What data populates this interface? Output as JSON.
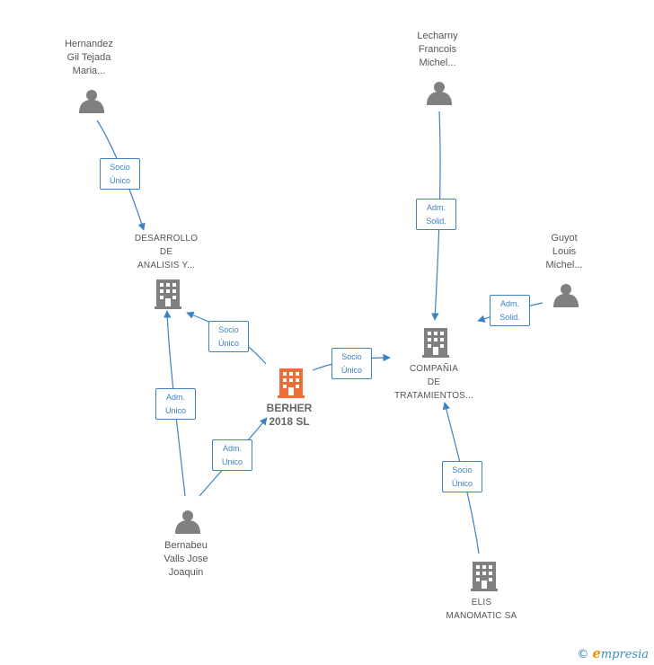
{
  "nodes": {
    "hernandez": {
      "lines": [
        "Hernandez",
        "Gil Tejada",
        "Maria..."
      ]
    },
    "lecharny": {
      "lines": [
        "Lecharny",
        "Francois",
        "Michel..."
      ]
    },
    "guyot": {
      "lines": [
        "Guyot",
        "Louis",
        "Michel..."
      ]
    },
    "desarrollo": {
      "lines": [
        "DESARROLLO",
        "DE",
        "ANALISIS Y..."
      ]
    },
    "compania": {
      "lines": [
        "COMPAÑIA",
        "DE",
        "TRATAMIENTOS..."
      ]
    },
    "berher": {
      "lines": [
        "BERHER",
        "2018  SL"
      ]
    },
    "bernabeu": {
      "lines": [
        "Bernabeu",
        "Valls Jose",
        "Joaquin"
      ]
    },
    "elis": {
      "lines": [
        "ELIS",
        "MANOMATIC SA"
      ]
    }
  },
  "edges": {
    "hernandez_desarrollo": [
      "Socio",
      "Único"
    ],
    "lecharny_compania": [
      "Adm.",
      "Solid."
    ],
    "guyot_compania": [
      "Adm.",
      "Solid."
    ],
    "berher_desarrollo": [
      "Socio",
      "Único"
    ],
    "berher_compania": [
      "Socio",
      "Único"
    ],
    "bernabeu_desarrollo": [
      "Adm.",
      "Unico"
    ],
    "bernabeu_berher": [
      "Adm.",
      "Unico"
    ],
    "elis_compania": [
      "Socio",
      "Único"
    ]
  },
  "colors": {
    "edge": "#3b82c4",
    "icon": "#808080",
    "main_icon": "#ee6e3a"
  },
  "footer": {
    "copyright": "©",
    "brand_initial": "e",
    "brand_rest": "mpresia"
  }
}
